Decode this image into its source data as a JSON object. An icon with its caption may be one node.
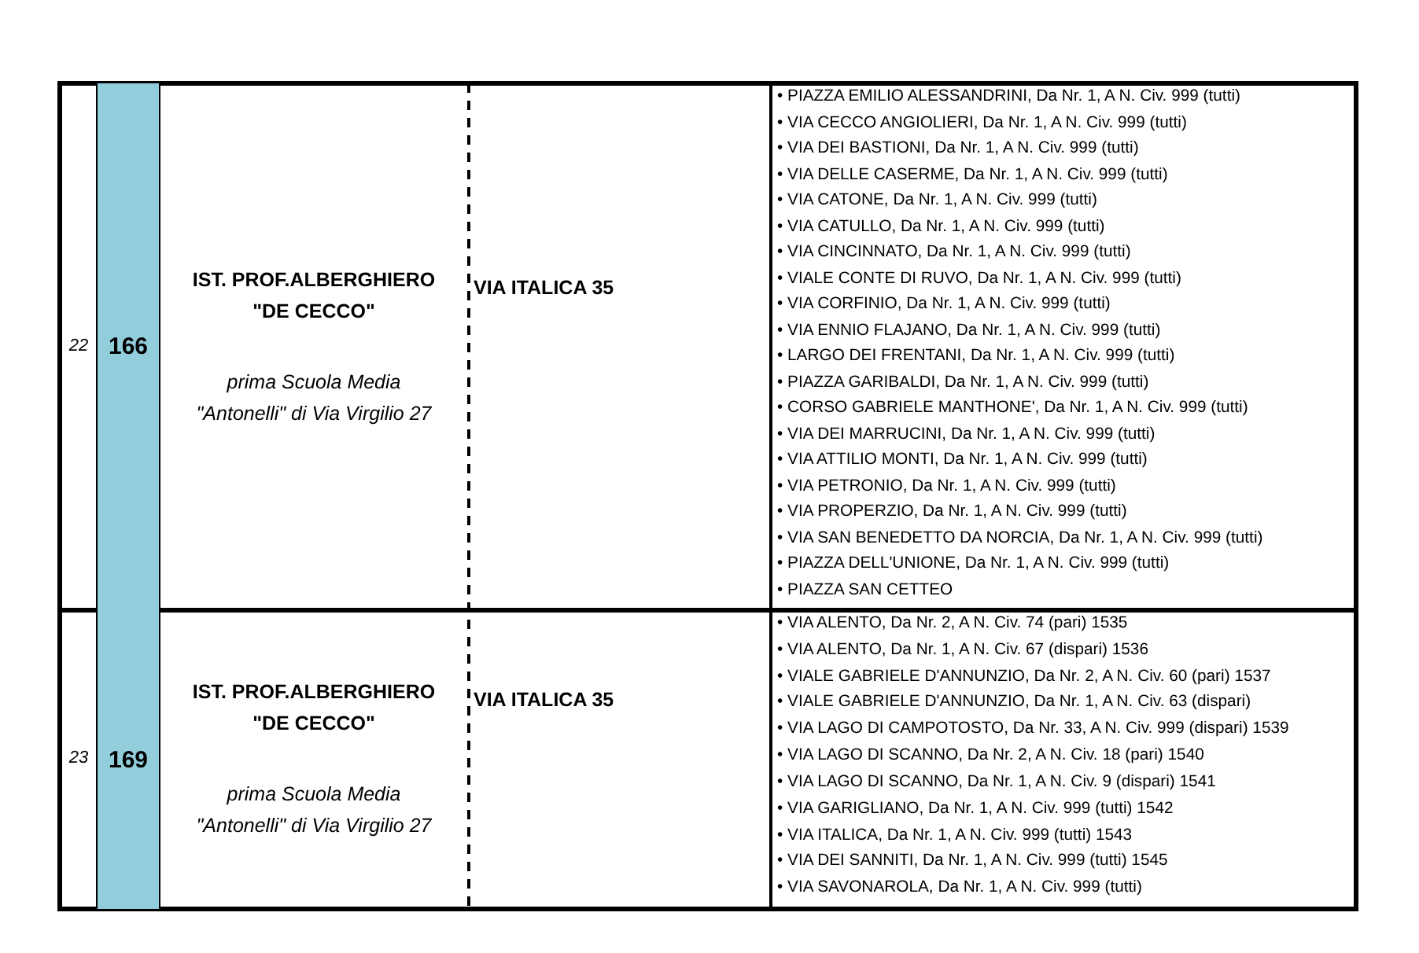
{
  "diagram": {
    "labels": [
      "22",
      "166",
      "IST. PROF.ALBERGHIERO \"DE CECCO\"",
      "prima Scuola Media \"Antonelli\" di Via Virgilio 27",
      "VIA ITALICA 35",
      "• PIAZZA EMILIO ALESSANDRINI, Da Nr. 1, A N. Civ. 999 (tutti)",
      "• VIA CECCO ANGIOLIERI, Da Nr. 1, A N. Civ. 999 (tutti)",
      "• VIA DEI BASTIONI, Da Nr. 1, A N. Civ. 999 (tutti)",
      "• VIA DELLE CASERME, Da Nr. 1, A N. Civ. 999 (tutti)",
      "• VIA CATONE, Da Nr. 1, A N. Civ. 999 (tutti)",
      "• VIA CATULLO, Da Nr. 1, A N. Civ. 999 (tutti)",
      "• VIA CINCINNATO, Da Nr. 1, A N. Civ. 999 (tutti)",
      "• VIALE CONTE DI RUVO, Da Nr. 1, A N. Civ. 999 (tutti)",
      "• VIA CORFINIO, Da Nr. 1, A N. Civ. 999 (tutti)",
      "• VIA ENNIO FLAJANO, Da Nr. 1, A N. Civ. 999 (tutti)",
      "• LARGO DEI FRENTANI, Da Nr. 1, A N. Civ. 999 (tutti)",
      "• PIAZZA GARIBALDI, Da Nr. 1, A N. Civ. 999 (tutti)",
      "• CORSO GABRIELE MANTHONE', Da Nr. 1, A N. Civ. 999 (tutti)",
      "• VIA DEI MARRUCINI, Da Nr. 1, A N. Civ. 999 (tutti)",
      "• VIA ATTILIO MONTI, Da Nr. 1, A N. Civ. 999 (tutti)",
      "• VIA PETRONIO, Da Nr. 1, A N. Civ. 999 (tutti)",
      "• VIA PROPERZIO, Da Nr. 1, A N. Civ. 999 (tutti)",
      "• VIA SAN BENEDETTO DA NORCIA, Da Nr. 1, A N. Civ. 999 (tutti)",
      "• PIAZZA DELL'UNIONE, Da Nr. 1, A N. Civ. 999 (tutti)",
      "• PIAZZA SAN CETTEO",
      "23",
      "169",
      "IST. PROF.ALBERGHIERO \"DE CECCO\"",
      "prima Scuola Media \"Antonelli\" di Via Virgilio 27",
      "VIA ITALICA 35",
      "• VIA ALENTO, Da Nr. 2, A N. Civ. 74 (pari) 1535",
      "• VIA ALENTO, Da Nr. 1, A N. Civ. 67 (dispari) 1536",
      "• VIALE GABRIELE D'ANNUNZIO, Da Nr. 2, A N. Civ. 60 (pari) 1537",
      "• VIALE GABRIELE D'ANNUNZIO, Da Nr. 1, A N. Civ. 63 (dispari)",
      "• VIA LAGO DI CAMPOTOSTO, Da Nr. 33, A N. Civ. 999 (dispari) 1539",
      "• VIA LAGO DI SCANNO, Da Nr. 2, A N. Civ. 18 (pari) 1540",
      "• VIA LAGO DI SCANNO, Da Nr. 1, A N. Civ. 9 (dispari) 1541",
      "• VIA GARIGLIANO, Da Nr. 1, A N. Civ. 999 (tutti) 1542",
      "• VIA ITALICA, Da Nr. 1, A N. Civ. 999 (tutti) 1543",
      "• VIA DEI SANNITI, Da Nr. 1, A N. Civ. 999 (tutti) 1545",
      "• VIA SAVONAROLA, Da Nr. 1, A N. Civ. 999 (tutti)"
    ]
  }
}
